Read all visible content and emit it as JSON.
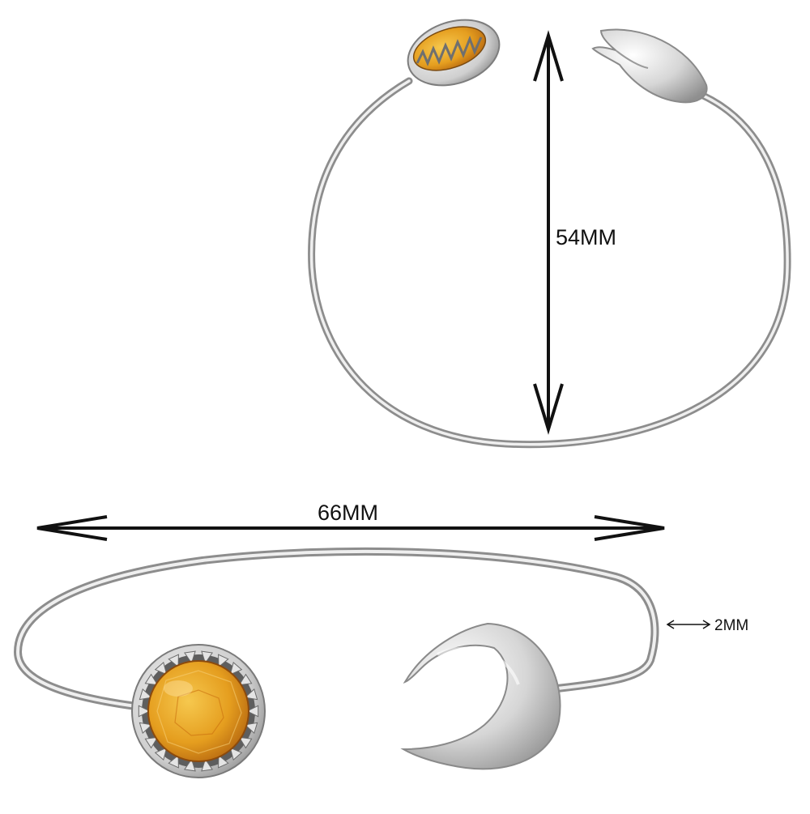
{
  "labels": {
    "height": "54MM",
    "width": "66MM",
    "thickness": "2MM"
  },
  "colors": {
    "silver_light": "#f2f2f2",
    "silver_mid": "#c9c9c9",
    "silver_dark": "#8a8a8a",
    "stone_light": "#f3c24a",
    "stone_mid": "#e09a1c",
    "stone_dark": "#a9580c",
    "dimension_line": "#111111"
  },
  "icons": {
    "gemstone": "round-amber-gemstone-icon",
    "moon": "crescent-moon-icon",
    "arrow": "double-arrow-icon"
  }
}
